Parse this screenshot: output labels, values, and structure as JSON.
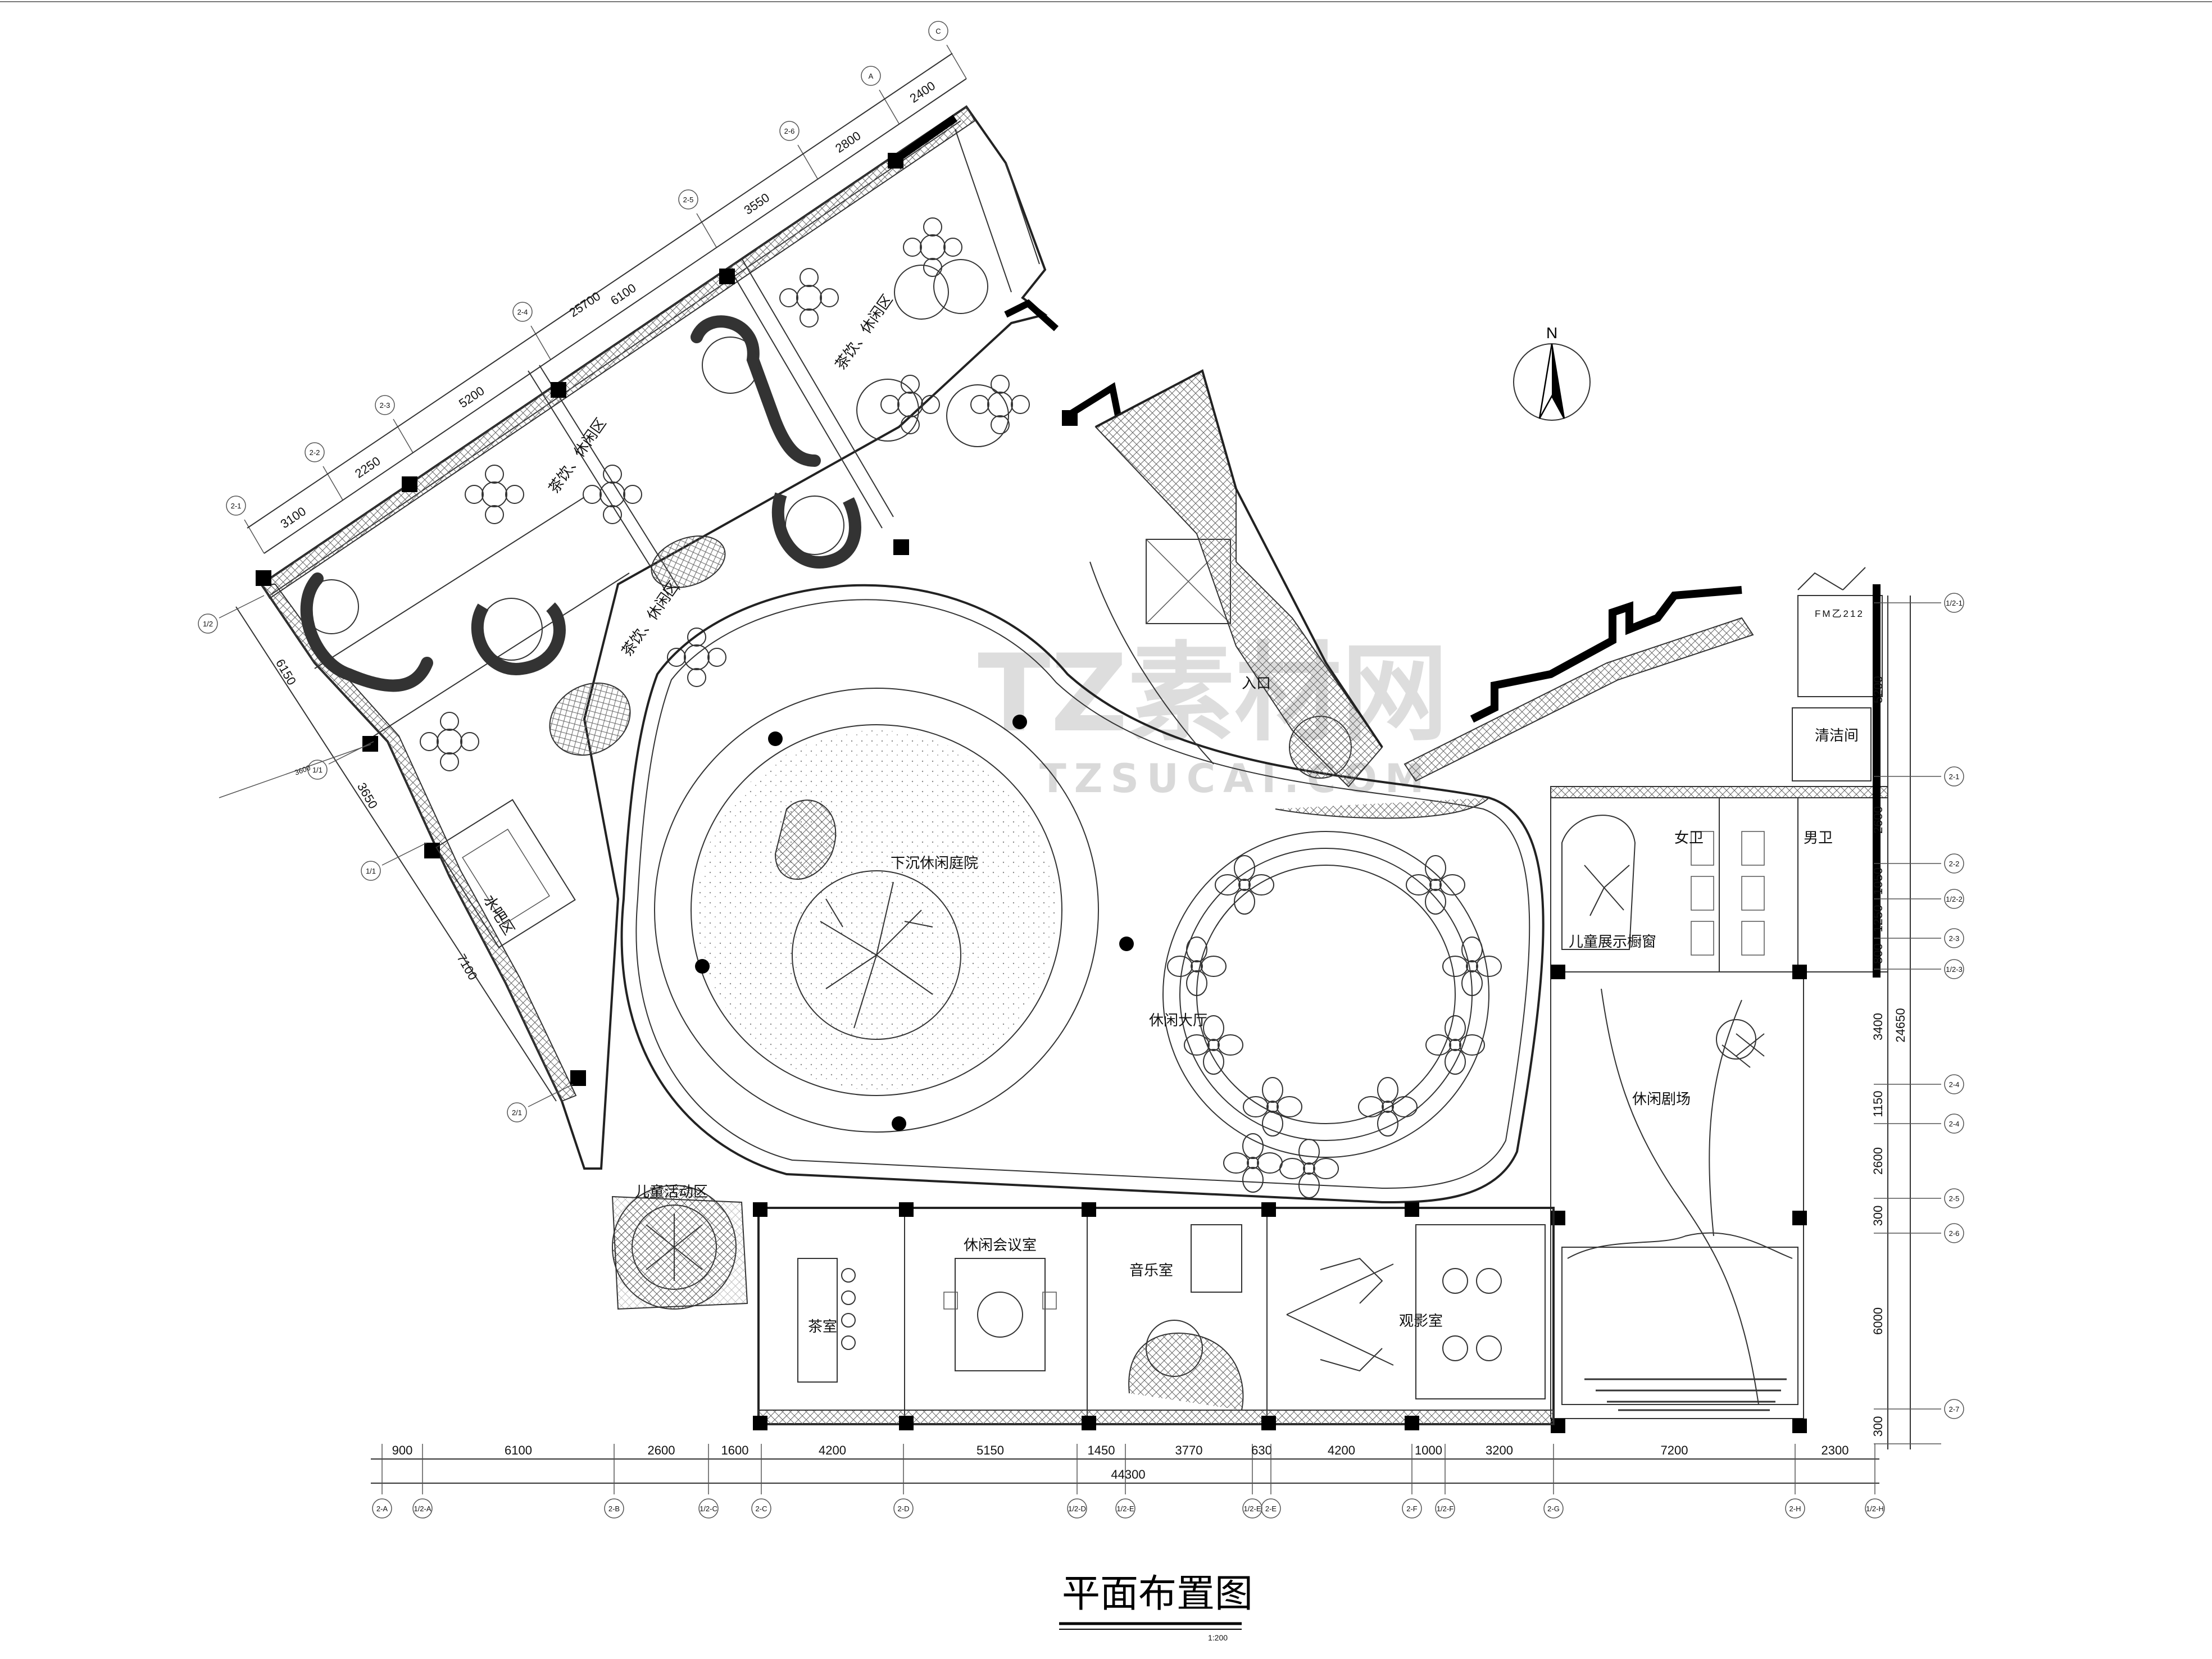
{
  "drawing": {
    "title": "平面布置图",
    "scale": "1:200",
    "north_label": "N",
    "watermark": {
      "logo": "TZ素材网",
      "site": "TZSUCAI.COM"
    }
  },
  "rooms": {
    "tea_lounge_top": "茶饮、休闲区",
    "tea_lounge_mid": "茶饮、休闲区",
    "tea_lounge_low": "茶饮、休闲区",
    "water_bar": "水吧区",
    "sunken_courtyard": "下沉休闲庭院",
    "lounge_hall": "休闲大厅",
    "entrance": "入口",
    "janitor": "清洁间",
    "female_wc": "女卫",
    "male_wc": "男卫",
    "kids_display": "儿童展示橱窗",
    "leisure_theater": "休闲剧场",
    "kids_activity": "儿童活动区",
    "tea_room": "茶室",
    "meeting_room": "休闲会议室",
    "music_room": "音乐室",
    "screening_room": "观影室",
    "door_tag": "FM乙212"
  },
  "dimensions": {
    "bottom": [
      "900",
      "6100",
      "2600",
      "1600",
      "4200",
      "5150",
      "1450",
      "3770",
      "630",
      "4200",
      "1000",
      "3200",
      "7200",
      "2300"
    ],
    "bottom_total": "44300",
    "right": [
      "5200",
      "2600",
      "1050",
      "1250",
      "800",
      "3400",
      "1150",
      "2600",
      "300",
      "6000",
      "300"
    ],
    "right_total": "24650",
    "top": [
      "3100",
      "2250",
      "5200",
      "6100",
      "3550",
      "2800",
      "2400"
    ],
    "top_total": "25700",
    "left": [
      "6150",
      "3650",
      "7100"
    ],
    "left_small": "3600"
  },
  "axes": {
    "bottom": [
      "2-A",
      "1/2-A",
      "2-B",
      "1/2-C",
      "2-C",
      "2-D",
      "1/2-D",
      "1/2-E",
      "1/2-E",
      "2-E",
      "2-F",
      "1/2-F",
      "2-G",
      "2-H",
      "1/2-H"
    ],
    "right": [
      "1/2-1",
      "2-1",
      "2-2",
      "1/2-2",
      "2-3",
      "1/2-3",
      "2-4",
      "2-4",
      "2-5",
      "2-6",
      "2-7"
    ],
    "top": [
      "2-1",
      "2-2",
      "2-3",
      "2-4",
      "2-5",
      "2-6",
      "A",
      "C"
    ],
    "left": [
      "1/2",
      "1/1",
      "1/1",
      "2/1"
    ]
  }
}
